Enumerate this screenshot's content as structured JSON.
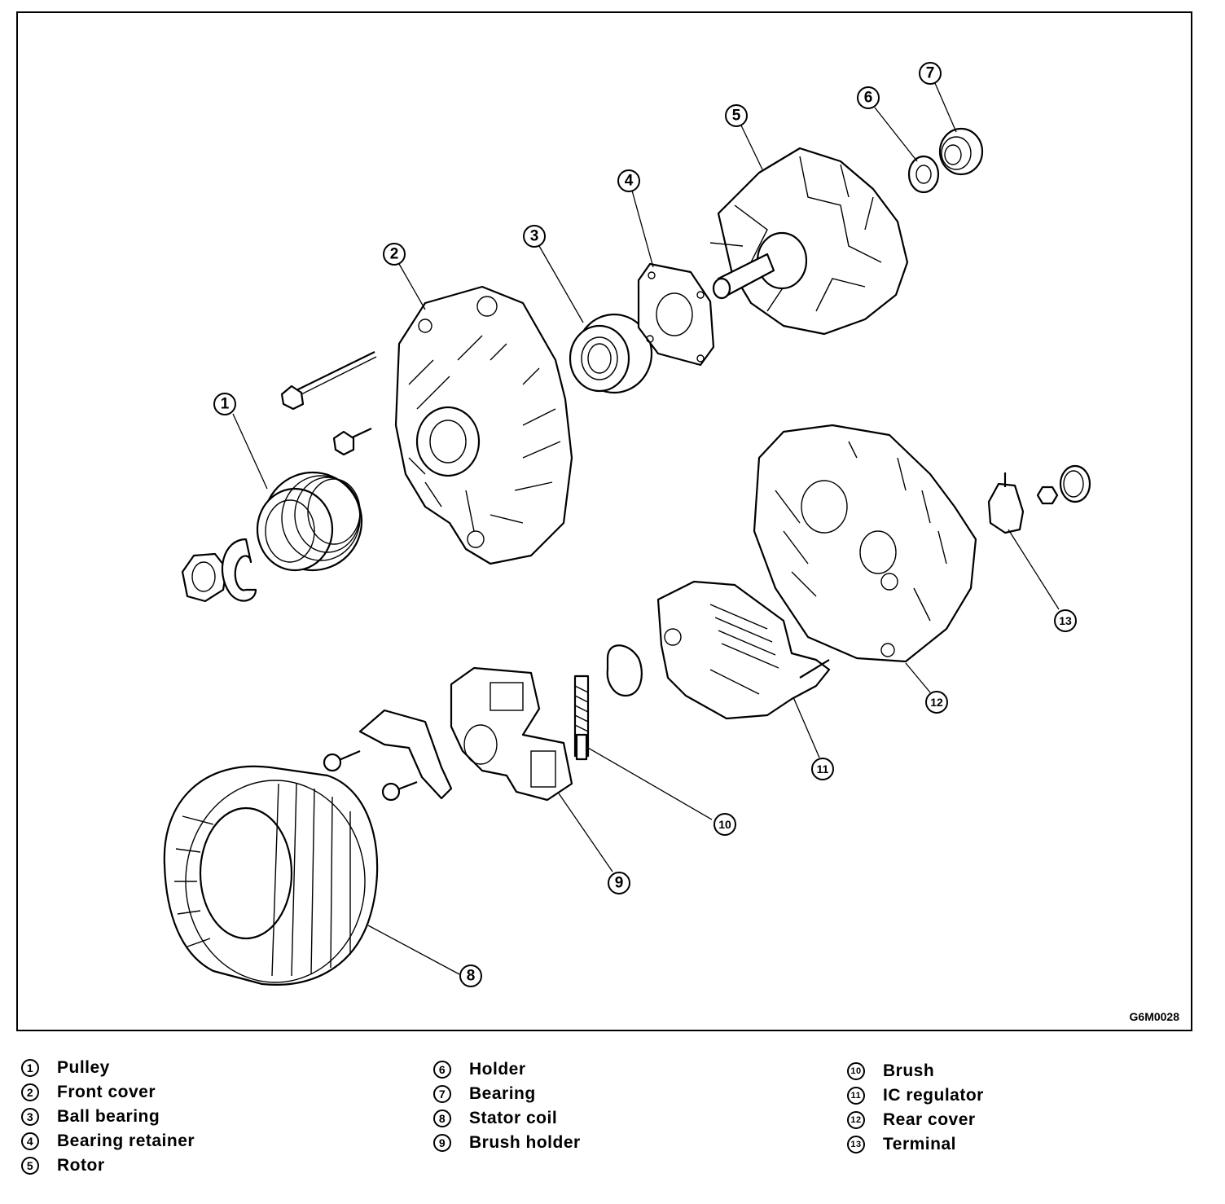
{
  "figure_code": "G6M0028",
  "legend": [
    {
      "num": "1",
      "label": "Pulley"
    },
    {
      "num": "2",
      "label": "Front cover"
    },
    {
      "num": "3",
      "label": "Ball bearing"
    },
    {
      "num": "4",
      "label": "Bearing retainer"
    },
    {
      "num": "5",
      "label": "Rotor"
    },
    {
      "num": "6",
      "label": "Holder"
    },
    {
      "num": "7",
      "label": "Bearing"
    },
    {
      "num": "8",
      "label": "Stator coil"
    },
    {
      "num": "9",
      "label": "Brush holder"
    },
    {
      "num": "10",
      "label": "Brush"
    },
    {
      "num": "11",
      "label": "IC regulator"
    },
    {
      "num": "12",
      "label": "Rear cover"
    },
    {
      "num": "13",
      "label": "Terminal"
    }
  ],
  "callouts": [
    "1",
    "2",
    "3",
    "4",
    "5",
    "6",
    "7",
    "8",
    "9",
    "10",
    "11",
    "12",
    "13"
  ]
}
